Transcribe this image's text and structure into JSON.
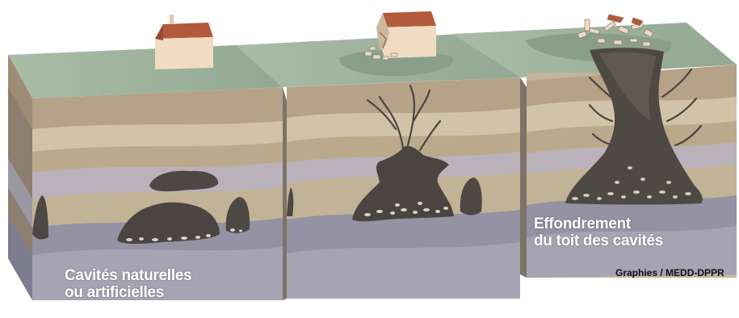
{
  "labels": {
    "stage1_line1": "Cavités naturelles",
    "stage1_line2": "ou artificielles",
    "stage3_line1": "Effondrement",
    "stage3_line2": "du toit des cavités"
  },
  "credit": "Graphies / MEDD-DPPR",
  "colors": {
    "grass": "#9fb39e",
    "soil_light": "#c8b89e",
    "soil_mid": "#b9a589",
    "layer_violet": "#b3adb7",
    "layer_blue": "#8f8d9f",
    "cavity": "#4b4640",
    "house_wall": "#f1dcc3",
    "house_roof": "#b45a3c",
    "text": "#ffffff"
  }
}
